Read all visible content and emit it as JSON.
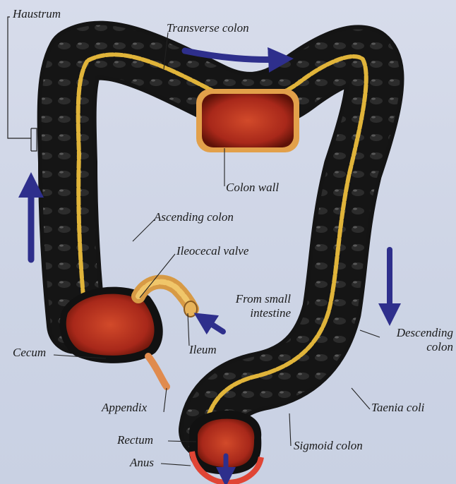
{
  "diagram": {
    "subject": "Large intestine anatomy",
    "labels": {
      "haustrum": "Haustrum",
      "transverse_colon": "Transverse colon",
      "colon_wall": "Colon wall",
      "ascending_colon": "Ascending colon",
      "ileocecal_valve": "Ileocecal valve",
      "from_small_intestine_1": "From small",
      "from_small_intestine_2": "intestine",
      "descending_colon_1": "Descending",
      "descending_colon_2": "colon",
      "cecum": "Cecum",
      "ileum": "Ileum",
      "appendix": "Appendix",
      "taenia_coli": "Taenia coli",
      "rectum": "Rectum",
      "sigmoid_colon": "Sigmoid colon",
      "anus": "Anus"
    },
    "colors": {
      "colon_body": "#141414",
      "taenia_band": "#e0b43a",
      "cut_section": "#b02c1c",
      "flow_arrow": "#2e2f8c",
      "background": "#d2d8e8"
    }
  }
}
